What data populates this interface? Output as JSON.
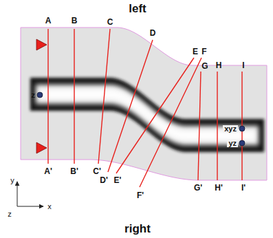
{
  "diagram": {
    "labels": [
      "left",
      "A",
      "B",
      "C",
      "D",
      "E",
      "F",
      "G",
      "H",
      "I",
      "z",
      "xyz",
      "yz",
      "A'",
      "B'",
      "C'",
      "D'",
      "E'",
      "F'",
      "G'",
      "H'",
      "I'",
      "y",
      "z",
      "x",
      "right"
    ]
  }
}
